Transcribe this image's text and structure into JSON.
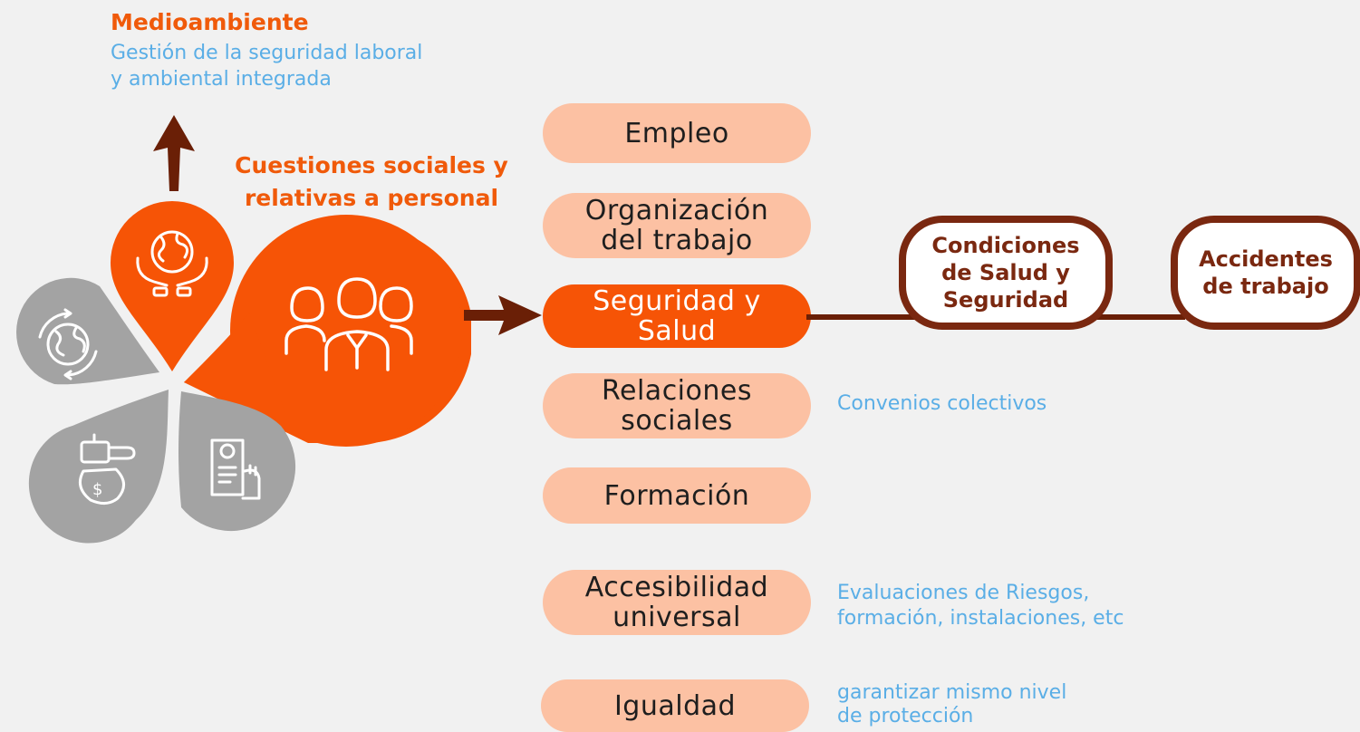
{
  "header": {
    "title": "Medioambiente",
    "subtitle": "Gestión de la seguridad laboral\ny ambiental integrada"
  },
  "section": {
    "label": "Cuestiones sociales y\nrelativas a personal"
  },
  "topics": [
    {
      "label": "Empleo",
      "active": false
    },
    {
      "label": "Organización\ndel trabajo",
      "active": false
    },
    {
      "label": "Seguridad y\nSalud",
      "active": true
    },
    {
      "label": "Relaciones\nsociales",
      "active": false
    },
    {
      "label": "Formación",
      "active": false
    },
    {
      "label": "Accesibilidad\nuniversal",
      "active": false
    },
    {
      "label": "Igualdad",
      "active": false
    }
  ],
  "branches": [
    {
      "label": "Condiciones\nde Salud y\nSeguridad"
    },
    {
      "label": "Accidentes\nde trabajo"
    }
  ],
  "notes": [
    {
      "text": "Convenios colectivos"
    },
    {
      "text": "Evaluaciones de Riesgos,\nformación, instalaciones, etc"
    },
    {
      "text": "garantizar mismo nivel\nde protección"
    }
  ],
  "colors": {
    "accent": "#f65406",
    "pill": "#fcc1a3",
    "petal_gray": "#a3a3a3",
    "dark_brown": "#7a2810",
    "note_blue": "#5aaee6"
  },
  "icons": [
    "globe-hands-icon",
    "people-icon",
    "globe-recycle-icon",
    "money-handshake-icon",
    "document-fist-icon",
    "arrow-up-icon",
    "arrow-right-icon"
  ]
}
